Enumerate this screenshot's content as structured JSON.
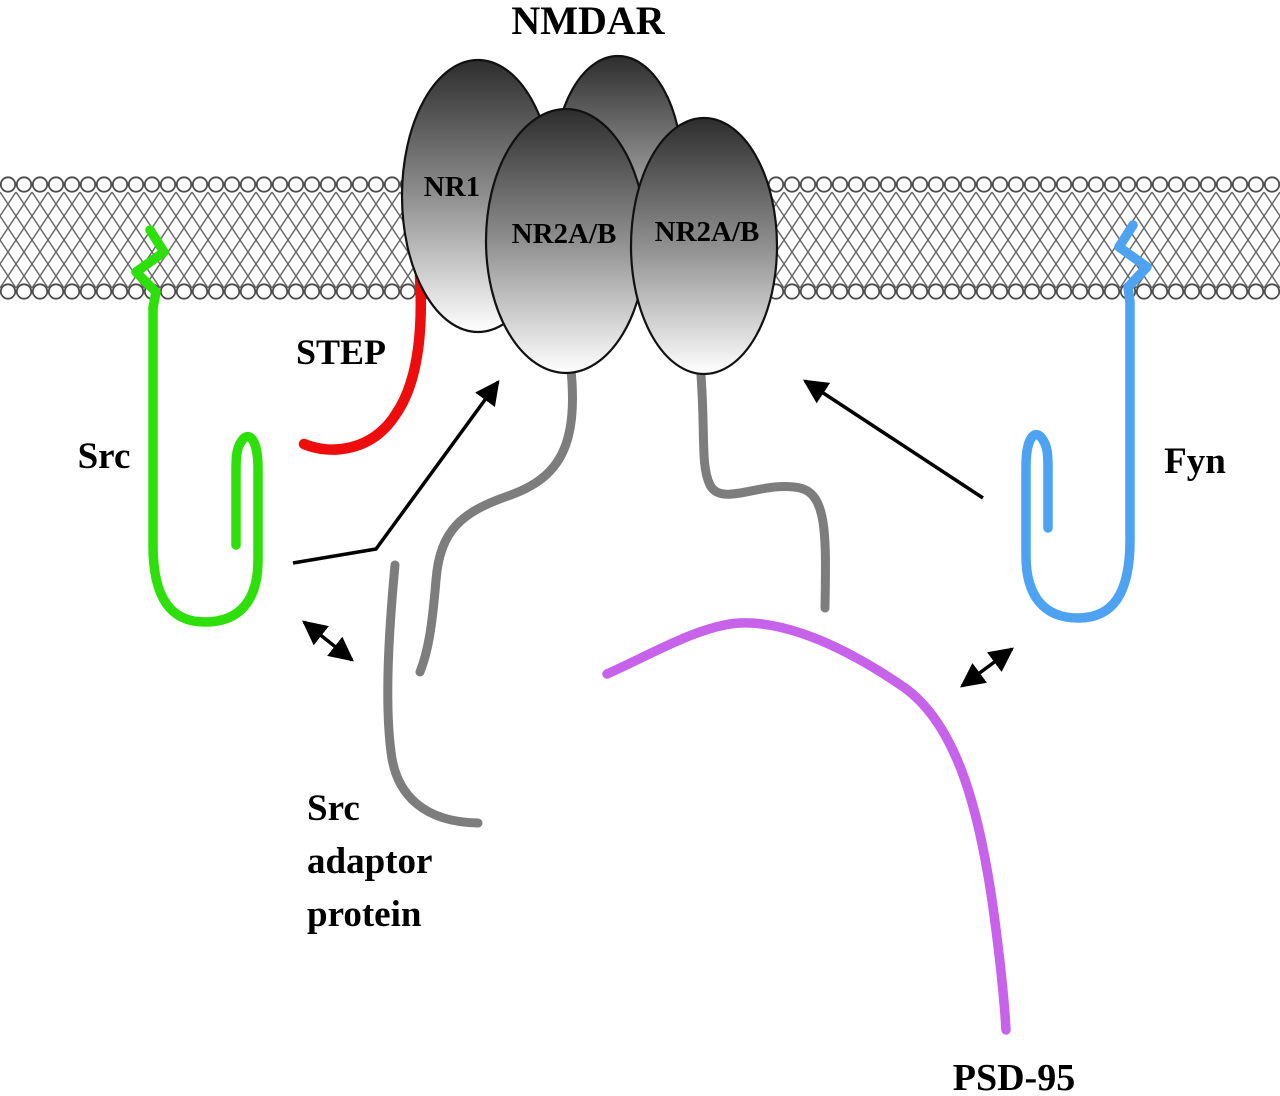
{
  "title": "NMDAR",
  "receptor": {
    "nr1_label": "NR1",
    "nr2a_left_label": "NR2A/B",
    "nr2a_right_label": "NR2A/B"
  },
  "proteins": {
    "step_label": "STEP",
    "src_label": "Src",
    "fyn_label": "Fyn",
    "psd95_label": "PSD-95",
    "adaptor_lines": [
      "Src",
      "adaptor",
      "protein"
    ]
  },
  "colors": {
    "src_green": "#2ee00a",
    "fyn_blue": "#4da3f2",
    "step_red": "#ee0d0d",
    "psd95_purple": "#c763ea",
    "tail_gray": "#7d7d7d",
    "membrane_gray": "#5a5a5a",
    "arrow_black": "#000000"
  }
}
